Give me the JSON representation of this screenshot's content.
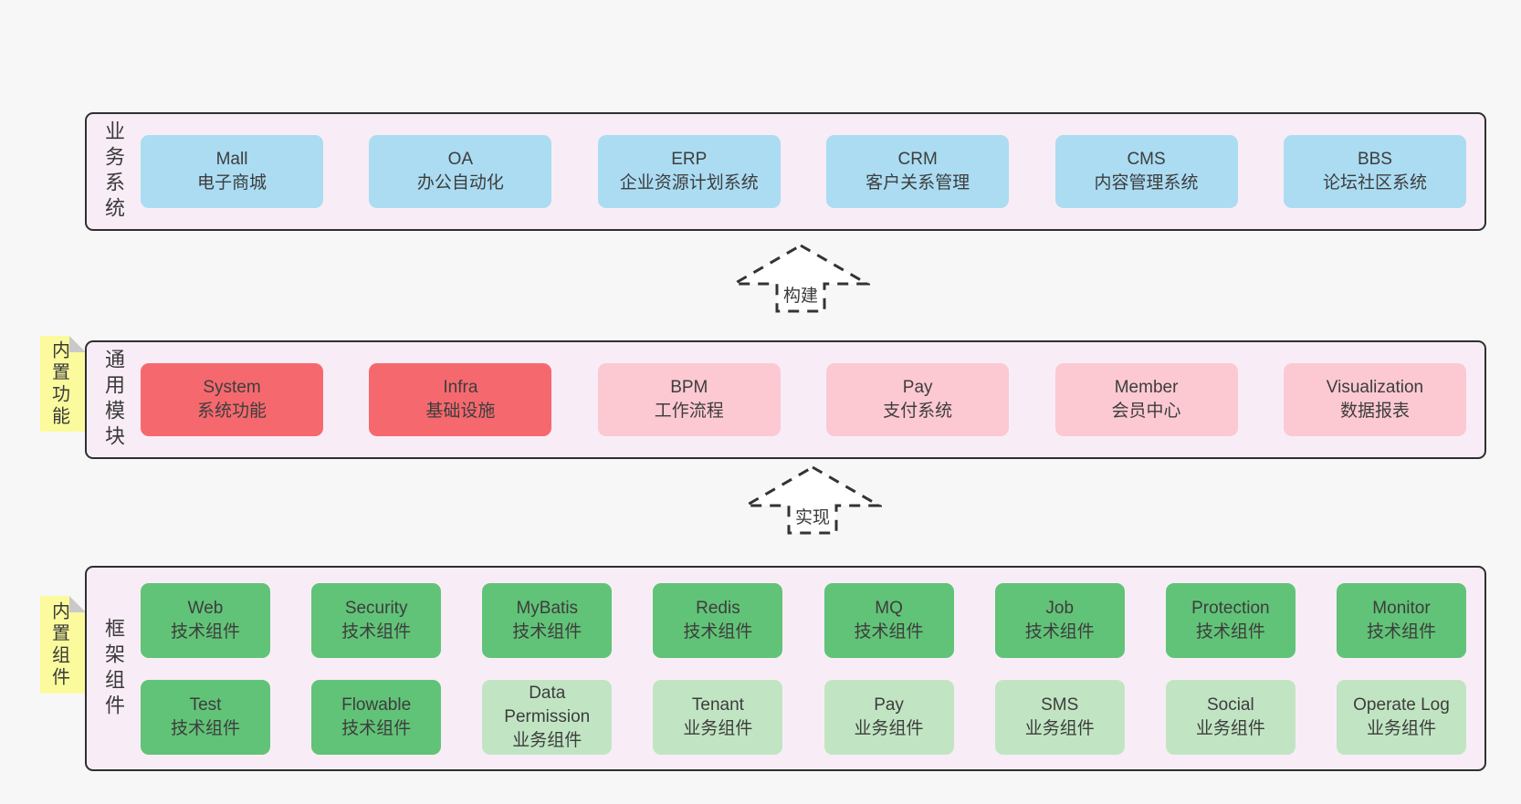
{
  "colors": {
    "page_bg": "#f7f7f7",
    "section_bg": "#f8edf6",
    "section_border": "#2f2f2f",
    "blue": "#abdcf2",
    "red": "#f5696e",
    "pink": "#fcc9d2",
    "green": "#61c377",
    "light_green": "#c1e5c3",
    "tag_yellow": "#fbfb9e",
    "tag_fold": "#c9c9c9",
    "text": "#3d3d3d"
  },
  "business": {
    "label": "业务系统",
    "boxes": [
      {
        "en": "Mall",
        "zh": "电子商城",
        "variant": "blue"
      },
      {
        "en": "OA",
        "zh": "办公自动化",
        "variant": "blue"
      },
      {
        "en": "ERP",
        "zh": "企业资源计划系统",
        "variant": "blue"
      },
      {
        "en": "CRM",
        "zh": "客户关系管理",
        "variant": "blue"
      },
      {
        "en": "CMS",
        "zh": "内容管理系统",
        "variant": "blue"
      },
      {
        "en": "BBS",
        "zh": "论坛社区系统",
        "variant": "blue"
      }
    ]
  },
  "arrow_build": {
    "label": "构建"
  },
  "modules": {
    "label": "通用模块",
    "tag": "内置功能",
    "boxes": [
      {
        "en": "System",
        "zh": "系统功能",
        "variant": "red"
      },
      {
        "en": "Infra",
        "zh": "基础设施",
        "variant": "red"
      },
      {
        "en": "BPM",
        "zh": "工作流程",
        "variant": "pink"
      },
      {
        "en": "Pay",
        "zh": "支付系统",
        "variant": "pink"
      },
      {
        "en": "Member",
        "zh": "会员中心",
        "variant": "pink"
      },
      {
        "en": "Visualization",
        "zh": "数据报表",
        "variant": "pink"
      }
    ]
  },
  "arrow_implement": {
    "label": "实现"
  },
  "framework": {
    "label": "框架组件",
    "tag": "内置组件",
    "row1": [
      {
        "en": "Web",
        "zh": "技术组件",
        "variant": "green"
      },
      {
        "en": "Security",
        "zh": "技术组件",
        "variant": "green"
      },
      {
        "en": "MyBatis",
        "zh": "技术组件",
        "variant": "green"
      },
      {
        "en": "Redis",
        "zh": "技术组件",
        "variant": "green"
      },
      {
        "en": "MQ",
        "zh": "技术组件",
        "variant": "green"
      },
      {
        "en": "Job",
        "zh": "技术组件",
        "variant": "green"
      },
      {
        "en": "Protection",
        "zh": "技术组件",
        "variant": "green"
      },
      {
        "en": "Monitor",
        "zh": "技术组件",
        "variant": "green"
      }
    ],
    "row2": [
      {
        "en": "Test",
        "zh": "技术组件",
        "variant": "green"
      },
      {
        "en": "Flowable",
        "zh": "技术组件",
        "variant": "green"
      },
      {
        "en": "Data Permission",
        "zh": "业务组件",
        "variant": "lightgreen"
      },
      {
        "en": "Tenant",
        "zh": "业务组件",
        "variant": "lightgreen"
      },
      {
        "en": "Pay",
        "zh": "业务组件",
        "variant": "lightgreen"
      },
      {
        "en": "SMS",
        "zh": "业务组件",
        "variant": "lightgreen"
      },
      {
        "en": "Social",
        "zh": "业务组件",
        "variant": "lightgreen"
      },
      {
        "en": "Operate Log",
        "zh": "业务组件",
        "variant": "lightgreen"
      }
    ]
  }
}
